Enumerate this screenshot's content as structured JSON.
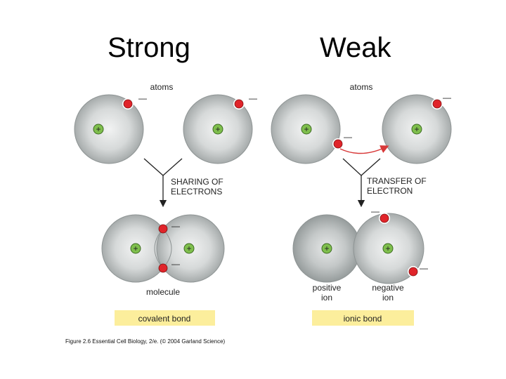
{
  "headings": {
    "left": "Strong",
    "right": "Weak"
  },
  "covalent": {
    "atoms_label": "atoms",
    "process_line1": "SHARING OF",
    "process_line2": "ELECTRONS",
    "result_label": "molecule",
    "bond_label": "covalent bond"
  },
  "ionic": {
    "atoms_label": "atoms",
    "process_line1": "TRANSFER OF",
    "process_line2": "ELECTRON",
    "positive_line1": "positive",
    "positive_line2": "ion",
    "negative_line1": "negative",
    "negative_line2": "ion",
    "bond_label": "ionic bond"
  },
  "symbols": {
    "plus": "+",
    "minus": "—"
  },
  "caption": "Figure 2.6  Essential Cell Biology, 2/e. (© 2004 Garland Science)",
  "colors": {
    "atom_fill": "#d4d7d7",
    "atom_edge": "#8e9494",
    "nucleus": "#7fbf4d",
    "electron": "#e0242a",
    "bond_box": "#fcee9c",
    "arrow_red": "#d83838"
  }
}
